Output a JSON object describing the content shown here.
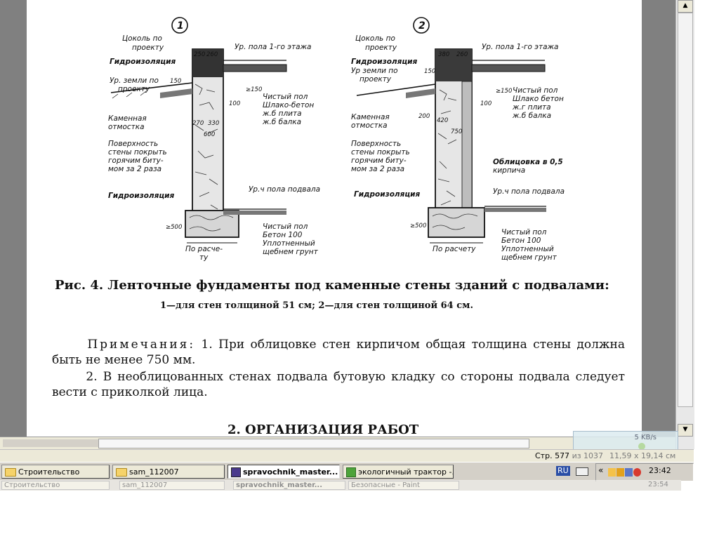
{
  "figure": {
    "left": {
      "number": "1",
      "labels": {
        "plinth": "Цоколь по проекту",
        "waterproofing_top": "Гидроизоляция",
        "ground_level": "Ур. земли по проекту",
        "stone_paving": "Каменная отмостка",
        "surface_note": "Поверхность стены покрыть горячим битумом за 2 раза",
        "waterproofing_bottom": "Гидроизоляция",
        "floor_level_1": "Ур. пола 1-го этажа",
        "floor_layers_top": "Чистый пол Шлако-бетон ж.б плита ж.б балка",
        "basement_floor_level": "Ур.ч пола подвала",
        "basement_floor_layers": "Чистый пол Бетон 100 Уплотненный щебнем грунт",
        "calc": "По расчету"
      },
      "dims": {
        "d250": "250",
        "d260": "260",
        "d150": "150",
        "d100": "100",
        "d270": "270",
        "d330": "330",
        "d600": "600",
        "d500": "≥500",
        "dz150": "≥150"
      }
    },
    "right": {
      "number": "2",
      "labels": {
        "plinth": "Цоколь по проекту",
        "waterproofing_top": "Гидроизоляция",
        "ground_level": "Ур. земли по проекту",
        "stone_paving": "Каменная отмостка",
        "surface_note": "Поверхность стены покрыть горячим битумом за 2 раза",
        "waterproofing_bottom": "Гидроизоляция",
        "floor_level_1": "Ур. пола 1-го этажа",
        "floor_layers_top": "Чистый пол Шлако бетон ж.г плита ж.б балка",
        "cladding": "Облицовка в 0,5 кирпича",
        "basement_floor_level": "Ур.ч пола подвала",
        "basement_floor_layers": "Чистый пол Бетон 100 Уплотненный щебнем грунт",
        "calc": "По расчету"
      },
      "dims": {
        "d380": "380",
        "d260": "260",
        "d150": "150",
        "d100": "100",
        "d200": "200",
        "d420": "420",
        "d750": "750",
        "d500": "≥500",
        "dz150": "≥150"
      }
    }
  },
  "caption": {
    "title": "Рис. 4. Ленточные фундаменты под каменные стены зданий с подвалами:",
    "subtitle": "1—для стен толщиной 51 см; 2—для стен толщиной 64 см."
  },
  "notes": {
    "label": "Примечания:",
    "note1": "1. При облицовке стен кирпичом общая толщина стены должна быть не менее 750 мм.",
    "note2": "2. В необлицованных стенах подвала бутовую кладку со стороны подвала следует вести с приколкой лица."
  },
  "section_heading": "2. ОРГАНИЗАЦИЯ РАБОТ",
  "status_bar": {
    "page_prefix": "Стр. 577",
    "page_of": "из 1037",
    "page_size": "11,59 x 19,14 см",
    "net_speed": "5 KB/s"
  },
  "taskbar": {
    "tasks": [
      {
        "label": "Строительство"
      },
      {
        "label": "sam_112007"
      },
      {
        "label": "spravochnik_master..."
      },
      {
        "label": "экологичный трактор -..."
      }
    ],
    "ghost_tasks": [
      "Строительство",
      "sam_112007",
      "spravochnik_master...",
      "Безопасные - Paint"
    ],
    "lang": "RU",
    "clock": "23:42",
    "ghost_clock": "23:54",
    "tray_arrow": "«"
  },
  "scroll_buttons": {
    "up": "▲",
    "down": "▼"
  }
}
